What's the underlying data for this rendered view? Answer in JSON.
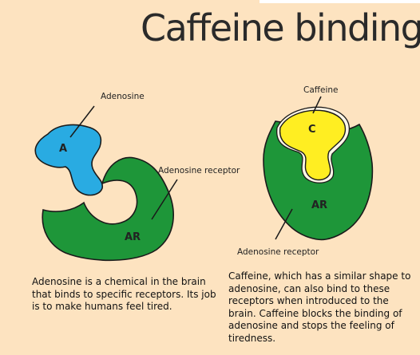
{
  "title": "Caffeine binding",
  "left_panel": {
    "ligand_label": "Adenosine",
    "ligand_letter": "A",
    "receptor_label": "Adenosine receptor",
    "receptor_letters": "AR",
    "description": "Adenosine is a chemical in the brain that binds to specific receptors. Its job is to make humans feel tired."
  },
  "right_panel": {
    "ligand_label": "Caffeine",
    "ligand_letter": "C",
    "receptor_label": "Adenosine receptor",
    "receptor_letters": "AR",
    "description": "Caffeine, which has a similar shape to adenosine, can also bind to these receptors when introduced to the brain. Caffeine blocks the binding of adenosine and stops the feeling of tiredness."
  },
  "colors": {
    "background": "#fde3c0",
    "adenosine": "#29abe2",
    "caffeine": "#ffee22",
    "receptor": "#1e9639",
    "outline": "#1a1a1a"
  }
}
